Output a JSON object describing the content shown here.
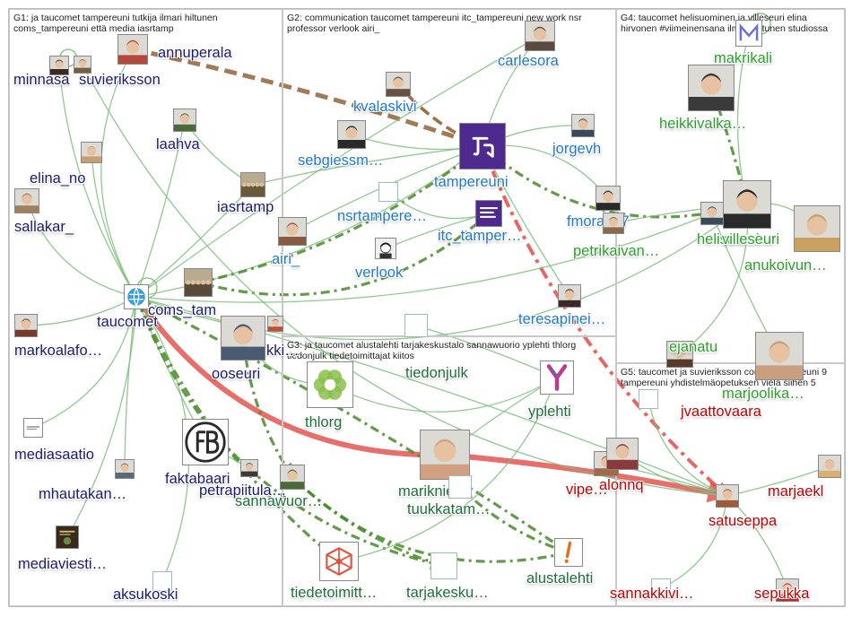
{
  "colors": {
    "g1": "#1a1a6e",
    "g2": "#1f78c8",
    "g3": "#1e6e3a",
    "g4": "#2aa02a",
    "g5": "#c00000",
    "edge_light": "#7cc07c",
    "edge_dark": "#4a8a2a",
    "edge_brown": "#8b5a2b",
    "edge_red": "#e0403a",
    "border": "#c8c8c8"
  },
  "groups": [
    {
      "id": "g1",
      "caption": "G1: ja taucomet tampereuni tutkija ilmari hiltunen coms_tampereuni että media iasrtamp"
    },
    {
      "id": "g2",
      "caption": "G2: communication taucomet tampereuni itc_tampereuni new work nsr professor verlook airi_"
    },
    {
      "id": "g3",
      "caption": "G3: ja taucomet alustalehti tarjakeskustalo sannawuorio yplehti thlorg tiedonjulk tiedetoimittajat kiitos"
    },
    {
      "id": "g4",
      "caption": "G4: taucomet helisuominen ja villeseuri elina hirvonen #viimeinensana ilmari hiltunen studiossa"
    },
    {
      "id": "g5",
      "caption": "G5: taucomet ja suvieriksson coms_tampereuni 9 tampereuni yhdistelmäopetuksen vielä siihen 5"
    }
  ],
  "nodes": [
    {
      "id": "annuperala",
      "label": "annuperala",
      "group": "g1",
      "icon": "person-photo-icon",
      "tone": "#b5483a"
    },
    {
      "id": "minnasa",
      "label": "minnasa",
      "group": "g1",
      "icon": "person-photo-icon",
      "tone": "#3a2a20"
    },
    {
      "id": "suvieriksson",
      "label": "suvieriksson",
      "group": "g1",
      "icon": "person-photo-icon",
      "tone": "#7a5a40"
    },
    {
      "id": "laahva",
      "label": "laahva",
      "group": "g1",
      "icon": "person-photo-icon",
      "tone": "#4a6a3a"
    },
    {
      "id": "elina_no",
      "label": "elina_no",
      "group": "g1",
      "icon": "person-photo-icon",
      "tone": "#c8a070"
    },
    {
      "id": "iasrtamp",
      "label": "iasrtamp",
      "group": "g1",
      "icon": "building-photo-icon",
      "tone": "#6a5a3a"
    },
    {
      "id": "sallakar_",
      "label": "sallakar_",
      "group": "g1",
      "icon": "person-photo-icon",
      "tone": "#a08060"
    },
    {
      "id": "taucomet",
      "label": "taucomet",
      "group": "g1",
      "icon": "globe-logo-icon",
      "tone": "#3aa0d8"
    },
    {
      "id": "coms_tam",
      "label": "coms_tam",
      "group": "g1",
      "icon": "group-photo-icon",
      "tone": "#5a4a3a"
    },
    {
      "id": "markoalafo",
      "label": "markoalafo…",
      "group": "g1",
      "icon": "person-photo-icon",
      "tone": "#7a3a2a"
    },
    {
      "id": "ooseuri",
      "label": "ooseuri",
      "group": "g1",
      "icon": "person-photo-icon",
      "tone": "#4a5a70"
    },
    {
      "id": "kki",
      "label": "kki…",
      "group": "g1",
      "icon": "person-photo-icon",
      "tone": "#c05030"
    },
    {
      "id": "mediasaatio",
      "label": "mediasaatio",
      "group": "g1",
      "icon": "document-logo-icon",
      "tone": "#e0e0e0"
    },
    {
      "id": "faktabaari",
      "label": "faktabaari",
      "group": "g1",
      "icon": "fb-logo-icon",
      "tone": "#2a2a2a"
    },
    {
      "id": "mhautakan",
      "label": "mhautakan…",
      "group": "g1",
      "icon": "person-photo-icon",
      "tone": "#5a6a7a"
    },
    {
      "id": "petrapiitula",
      "label": "petrapiitula…",
      "group": "g1",
      "icon": "person-photo-icon",
      "tone": "#3a3a3a"
    },
    {
      "id": "mediaviesti",
      "label": "mediaviesti…",
      "group": "g1",
      "icon": "book-cover-icon",
      "tone": "#3a2a1a"
    },
    {
      "id": "aksukoski",
      "label": "aksukoski",
      "group": "g1",
      "icon": "blank-icon",
      "tone": "#ffffff"
    },
    {
      "id": "carlesora",
      "label": "carlesora",
      "group": "g2",
      "icon": "person-photo-icon",
      "tone": "#5a4a40"
    },
    {
      "id": "kvalaskivi",
      "label": "kvalaskivi",
      "group": "g2",
      "icon": "person-photo-icon",
      "tone": "#6a5040"
    },
    {
      "id": "tampereuni",
      "label": "tampereuni",
      "group": "g2",
      "icon": "tampere-logo-icon",
      "tone": "#4e2a8e"
    },
    {
      "id": "jorgevh",
      "label": "jorgevh",
      "group": "g2",
      "icon": "person-photo-icon",
      "tone": "#3a4a5a"
    },
    {
      "id": "sebgiessm",
      "label": "sebgiessm…",
      "group": "g2",
      "icon": "person-photo-icon",
      "tone": "#2a2a2a"
    },
    {
      "id": "nsrtampere",
      "label": "nsrtampere…",
      "group": "g2",
      "icon": "blank-icon",
      "tone": "#ffffff"
    },
    {
      "id": "itc_tamper",
      "label": "itc_tamper…",
      "group": "g2",
      "icon": "itc-logo-icon",
      "tone": "#4e2a8e"
    },
    {
      "id": "fmoran67",
      "label": "fmoran67",
      "group": "g2",
      "icon": "person-photo-icon",
      "tone": "#2a2a2a"
    },
    {
      "id": "airi_",
      "label": "airi_",
      "group": "g2",
      "icon": "person-photo-icon",
      "tone": "#8a5a40"
    },
    {
      "id": "verlook",
      "label": "verlook",
      "group": "g2",
      "icon": "cartoon-photo-icon",
      "tone": "#e0e0e0"
    },
    {
      "id": "teresapinei",
      "label": "teresapinei…",
      "group": "g2",
      "icon": "person-photo-icon",
      "tone": "#3a2a2a"
    },
    {
      "id": "tiedonjulk",
      "label": "tiedonjulk",
      "group": "g3",
      "icon": "blank-icon",
      "tone": "#ffffff"
    },
    {
      "id": "thlorg",
      "label": "thlorg",
      "group": "g3",
      "icon": "flower-logo-icon",
      "tone": "#8ac04a"
    },
    {
      "id": "yplehti",
      "label": "yplehti",
      "group": "g3",
      "icon": "yp-logo-icon",
      "tone": "#c03a8a"
    },
    {
      "id": "marikniemi",
      "label": "marikniemi",
      "group": "g3",
      "icon": "person-photo-icon",
      "tone": "#d0a080"
    },
    {
      "id": "tuukkatam",
      "label": "tuukkatam…",
      "group": "g3",
      "icon": "blank-icon",
      "tone": "#ffffff"
    },
    {
      "id": "sannawuor",
      "label": "sannawuor…",
      "group": "g3",
      "icon": "person-photo-icon",
      "tone": "#4a6a3a"
    },
    {
      "id": "tiedetoimitt",
      "label": "tiedetoimitt…",
      "group": "g3",
      "icon": "network-logo-icon",
      "tone": "#e0503a"
    },
    {
      "id": "tarjakesku",
      "label": "tarjakesku…",
      "group": "g3",
      "icon": "blank-icon",
      "tone": "#ffffff"
    },
    {
      "id": "alustalehti",
      "label": "alustalehti",
      "group": "g3",
      "icon": "exclamation-logo-icon",
      "tone": "#e07020"
    },
    {
      "id": "makrikali",
      "label": "makrikali",
      "group": "g4",
      "icon": "m-logo-icon",
      "tone": "#6a70d8"
    },
    {
      "id": "heikkivalka",
      "label": "heikkivalka…",
      "group": "g4",
      "icon": "person-photo-icon",
      "tone": "#3a3a3a"
    },
    {
      "id": "helisuomi",
      "label": "helisuomi…",
      "group": "g4",
      "icon": "person-photo-icon",
      "tone": "#3a4a5a"
    },
    {
      "id": "villeseuri",
      "label": "villeseuri",
      "group": "g4",
      "icon": "person-photo-icon",
      "tone": "#2a2a2a"
    },
    {
      "id": "anukoivun",
      "label": "anukoivun…",
      "group": "g4",
      "icon": "person-photo-icon",
      "tone": "#c8a060"
    },
    {
      "id": "petrikaivan",
      "label": "petrikaivan…",
      "group": "g4",
      "icon": "person-photo-icon",
      "tone": "#8a6a4a"
    },
    {
      "id": "ejanatu",
      "label": "ejanatu",
      "group": "g4",
      "icon": "person-photo-icon",
      "tone": "#5a3a2a"
    },
    {
      "id": "marjoolika",
      "label": "marjoolika…",
      "group": "g4",
      "icon": "person-photo-icon",
      "tone": "#c8a080"
    },
    {
      "id": "jvaattovaara",
      "label": "jvaattovaara",
      "group": "g5",
      "icon": "blank-icon",
      "tone": "#ffffff"
    },
    {
      "id": "vipe",
      "label": "vipe…",
      "group": "g5",
      "icon": "person-photo-icon",
      "tone": "#a06a4a"
    },
    {
      "id": "alonnq",
      "label": "alonnq",
      "group": "g5",
      "icon": "person-photo-icon",
      "tone": "#8a3a3a"
    },
    {
      "id": "marjaekl",
      "label": "marjaekl",
      "group": "g5",
      "icon": "person-photo-icon",
      "tone": "#d8b070"
    },
    {
      "id": "satuseppa",
      "label": "satuseppa",
      "group": "g5",
      "icon": "person-photo-icon",
      "tone": "#a05a3a"
    },
    {
      "id": "sannakkivi",
      "label": "sannakkivi…",
      "group": "g5",
      "icon": "blank-icon",
      "tone": "#ffffff"
    },
    {
      "id": "sepukka",
      "label": "sepukka",
      "group": "g5",
      "icon": "person-photo-icon",
      "tone": "#c03030"
    }
  ],
  "edges": [
    {
      "from": "annuperala",
      "to": "tampereuni",
      "kind": "brown-thick"
    },
    {
      "from": "kvalaskivi",
      "to": "tampereuni",
      "kind": "brown"
    },
    {
      "from": "taucomet",
      "to": "marikniemi",
      "kind": "red-thick"
    },
    {
      "from": "marikniemi",
      "to": "satuseppa",
      "kind": "red-thick"
    },
    {
      "from": "tampereuni",
      "to": "satuseppa",
      "kind": "red-dash"
    },
    {
      "from": "annuperala",
      "to": "taucomet",
      "kind": "light"
    },
    {
      "from": "laahva",
      "to": "taucomet",
      "kind": "light"
    },
    {
      "from": "elina_no",
      "to": "taucomet",
      "kind": "light"
    },
    {
      "from": "sallakar_",
      "to": "taucomet",
      "kind": "light"
    },
    {
      "from": "iasrtamp",
      "to": "taucomet",
      "kind": "light"
    },
    {
      "from": "markoalafo",
      "to": "taucomet",
      "kind": "light"
    },
    {
      "from": "mediasaatio",
      "to": "taucomet",
      "kind": "light"
    },
    {
      "from": "mhautakan",
      "to": "taucomet",
      "kind": "light"
    },
    {
      "from": "mediaviesti",
      "to": "taucomet",
      "kind": "light"
    },
    {
      "from": "aksukoski",
      "to": "taucomet",
      "kind": "light"
    },
    {
      "from": "faktabaari",
      "to": "taucomet",
      "kind": "light"
    },
    {
      "from": "taucomet",
      "to": "tampereuni",
      "kind": "light"
    },
    {
      "from": "taucomet",
      "to": "villeseuri",
      "kind": "light"
    },
    {
      "from": "taucomet",
      "to": "carlesora",
      "kind": "light"
    },
    {
      "from": "taucomet",
      "to": "tiedetoimitt",
      "kind": "dark"
    },
    {
      "from": "taucomet",
      "to": "tarjakesku",
      "kind": "dark"
    },
    {
      "from": "taucomet",
      "to": "alustalehti",
      "kind": "dark"
    },
    {
      "from": "coms_tam",
      "to": "tampereuni",
      "kind": "dark"
    },
    {
      "from": "coms_tam",
      "to": "itc_tamper",
      "kind": "dark"
    },
    {
      "from": "airi_",
      "to": "tampereuni",
      "kind": "light"
    },
    {
      "from": "sebgiessm",
      "to": "tampereuni",
      "kind": "light"
    },
    {
      "from": "nsrtampere",
      "to": "itc_tamper",
      "kind": "light"
    },
    {
      "from": "verlook",
      "to": "itc_tamper",
      "kind": "light"
    },
    {
      "from": "jorgevh",
      "to": "tampereuni",
      "kind": "light"
    },
    {
      "from": "fmoran67",
      "to": "tampereuni",
      "kind": "light"
    },
    {
      "from": "teresapinei",
      "to": "tampereuni",
      "kind": "light"
    },
    {
      "from": "carlesora",
      "to": "tampereuni",
      "kind": "light"
    },
    {
      "from": "tampereuni",
      "to": "villeseuri",
      "kind": "dark"
    },
    {
      "from": "heikkivalka",
      "to": "villeseuri",
      "kind": "dark"
    },
    {
      "from": "makrikali",
      "to": "villeseuri",
      "kind": "light"
    },
    {
      "from": "anukoivun",
      "to": "villeseuri",
      "kind": "light"
    },
    {
      "from": "petrikaivan",
      "to": "villeseuri",
      "kind": "light"
    },
    {
      "from": "helisuomi",
      "to": "villeseuri",
      "kind": "dark"
    },
    {
      "from": "ejanatu",
      "to": "villeseuri",
      "kind": "light"
    },
    {
      "from": "marjoolika",
      "to": "helisuomi",
      "kind": "light"
    },
    {
      "from": "taucomet",
      "to": "helisuomi",
      "kind": "light"
    },
    {
      "from": "thlorg",
      "to": "yplehti",
      "kind": "light"
    },
    {
      "from": "tiedonjulk",
      "to": "yplehti",
      "kind": "light"
    },
    {
      "from": "sannawuor",
      "to": "tarjakesku",
      "kind": "dark"
    },
    {
      "from": "sannawuor",
      "to": "alustalehti",
      "kind": "dark"
    },
    {
      "from": "marikniemi",
      "to": "yplehti",
      "kind": "light"
    },
    {
      "from": "tuukkatam",
      "to": "alustalehti",
      "kind": "dark"
    },
    {
      "from": "tiedetoimitt",
      "to": "yplehti",
      "kind": "light"
    },
    {
      "from": "vipe",
      "to": "satuseppa",
      "kind": "light"
    },
    {
      "from": "alonnq",
      "to": "satuseppa",
      "kind": "light"
    },
    {
      "from": "jvaattovaara",
      "to": "satuseppa",
      "kind": "light"
    },
    {
      "from": "marjaekl",
      "to": "satuseppa",
      "kind": "light"
    },
    {
      "from": "sepukka",
      "to": "satuseppa",
      "kind": "light"
    },
    {
      "from": "sannakkivi",
      "to": "satuseppa",
      "kind": "light"
    },
    {
      "from": "taucomet",
      "to": "satuseppa",
      "kind": "light"
    },
    {
      "from": "ooseuri",
      "to": "sannawuor",
      "kind": "dark"
    },
    {
      "from": "ooseuri",
      "to": "thlorg",
      "kind": "light"
    },
    {
      "from": "petrapiitula",
      "to": "faktabaari",
      "kind": "light"
    },
    {
      "from": "minnasa",
      "to": "taucomet",
      "kind": "light"
    },
    {
      "from": "suvieriksson",
      "to": "satuseppa",
      "kind": "light"
    },
    {
      "from": "iasrtamp",
      "to": "tampereuni",
      "kind": "light"
    },
    {
      "from": "laahva",
      "to": "iasrtamp",
      "kind": "light"
    }
  ]
}
